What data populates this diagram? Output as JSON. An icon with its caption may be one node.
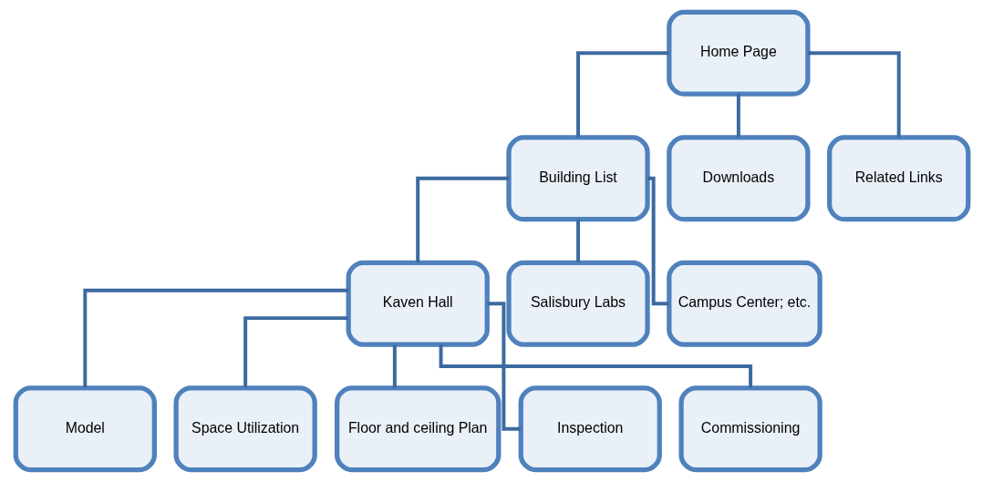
{
  "diagram": {
    "nodes": [
      {
        "text": [
          "Home Page"
        ]
      },
      {
        "text": [
          "Building List"
        ]
      },
      {
        "text": [
          "Downloads"
        ]
      },
      {
        "text": [
          "Related Links"
        ]
      },
      {
        "text": [
          "Kaven Hall"
        ]
      },
      {
        "text": [
          "Salisbury Labs"
        ]
      },
      {
        "text": [
          "Campus Center; etc."
        ]
      },
      {
        "text": [
          "Model"
        ]
      },
      {
        "text": [
          "Space Utilization"
        ]
      },
      {
        "text": [
          "Floor and ceiling Plan"
        ]
      },
      {
        "text": [
          "Inspection"
        ]
      },
      {
        "text": [
          "Commissioning"
        ]
      }
    ],
    "edges": [
      {
        "from": 0,
        "to": 1,
        "arrow": "none"
      },
      {
        "from": 0,
        "to": 2,
        "arrow": "none"
      },
      {
        "from": 0,
        "to": 3,
        "arrow": "none"
      },
      {
        "from": 1,
        "to": 4,
        "arrow": "none"
      },
      {
        "from": 1,
        "to": 5,
        "arrow": "none"
      },
      {
        "from": 1,
        "to": 6,
        "arrow": "none"
      },
      {
        "from": 4,
        "to": 7,
        "arrow": "none"
      },
      {
        "from": 4,
        "to": 8,
        "arrow": "none"
      },
      {
        "from": 4,
        "to": 9,
        "arrow": "none"
      },
      {
        "from": 4,
        "to": 10,
        "arrow": "none"
      },
      {
        "from": 4,
        "to": 11,
        "arrow": "none"
      }
    ]
  }
}
